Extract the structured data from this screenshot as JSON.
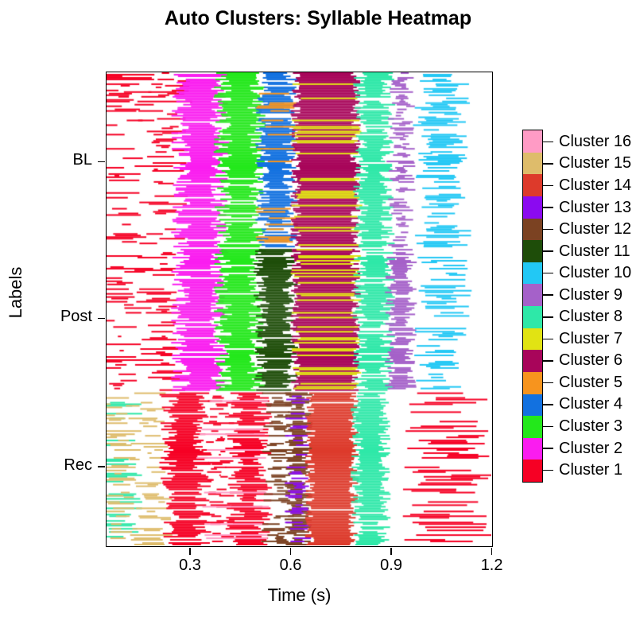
{
  "title": "Auto Clusters: Syllable Heatmap",
  "axes": {
    "x_title": "Time (s)",
    "y_title": "Labels",
    "x_ticks": [
      {
        "label": "0.3",
        "value": 0.3
      },
      {
        "label": "0.6",
        "value": 0.6
      },
      {
        "label": "0.9",
        "value": 0.9
      },
      {
        "label": "1.2",
        "value": 1.2
      }
    ],
    "y_ticks": [
      {
        "label": "BL",
        "pos": 0.188
      },
      {
        "label": "Post",
        "pos": 0.519
      },
      {
        "label": "Rec",
        "pos": 0.833
      }
    ],
    "xlim": [
      0.0525,
      1.2
    ],
    "grid": false
  },
  "legend": {
    "position": "right",
    "items": [
      {
        "label": "Cluster 16",
        "color": "#FF9BC5"
      },
      {
        "label": "Cluster 15",
        "color": "#DEBC6B"
      },
      {
        "label": "Cluster 14",
        "color": "#DD3A2B"
      },
      {
        "label": "Cluster 13",
        "color": "#8B0AF0"
      },
      {
        "label": "Cluster 12",
        "color": "#7B4222"
      },
      {
        "label": "Cluster 11",
        "color": "#1E4D09"
      },
      {
        "label": "Cluster 10",
        "color": "#22C8F5"
      },
      {
        "label": "Cluster 9",
        "color": "#A561C9"
      },
      {
        "label": "Cluster 8",
        "color": "#2EE8A8"
      },
      {
        "label": "Cluster 7",
        "color": "#E1E313"
      },
      {
        "label": "Cluster 6",
        "color": "#A8055A"
      },
      {
        "label": "Cluster 5",
        "color": "#F7941E"
      },
      {
        "label": "Cluster 4",
        "color": "#1271E0"
      },
      {
        "label": "Cluster 3",
        "color": "#23E81B"
      },
      {
        "label": "Cluster 2",
        "color": "#FA1CF0"
      },
      {
        "label": "Cluster 1",
        "color": "#F60024"
      }
    ]
  },
  "chart_data": {
    "type": "heatmap",
    "title": "Auto Clusters: Syllable Heatmap",
    "xlabel": "Time (s)",
    "ylabel": "Labels",
    "xlim": [
      0.0525,
      1.2
    ],
    "x_tick_values": [
      0.3,
      0.6,
      0.9,
      1.2
    ],
    "x_tick_labels": [
      "0.3",
      "0.6",
      "0.9",
      "1.2"
    ],
    "y_tick_labels": [
      "BL",
      "Post",
      "Rec"
    ],
    "y_tick_positions": [
      0.188,
      0.519,
      0.833
    ],
    "background": "#FFFFFF",
    "n_rows": 300,
    "cluster_colors": {
      "1": "#F60024",
      "2": "#FA1CF0",
      "3": "#23E81B",
      "4": "#1271E0",
      "5": "#F7941E",
      "6": "#A8055A",
      "7": "#E1E313",
      "8": "#2EE8A8",
      "9": "#A561C9",
      "10": "#22C8F5",
      "11": "#1E4D09",
      "12": "#7B4222",
      "13": "#8B0AF0",
      "14": "#DD3A2B",
      "15": "#DEBC6B",
      "16": "#FF9BC5"
    },
    "groups": [
      {
        "name": "BL",
        "row_start": 0.0,
        "row_end": 0.37,
        "bands": [
          {
            "cluster": 1,
            "x0": 0.035,
            "x1": 0.15,
            "jitter": 0.055,
            "density": 0.45,
            "gap_rate": 0.45
          },
          {
            "cluster": 1,
            "x0": 0.175,
            "x1": 0.27,
            "jitter": 0.05,
            "density": 0.45,
            "gap_rate": 0.45
          },
          {
            "cluster": 2,
            "x0": 0.275,
            "x1": 0.39,
            "jitter": 0.03,
            "density": 0.95,
            "gap_rate": 0.05
          },
          {
            "cluster": 3,
            "x0": 0.4,
            "x1": 0.5,
            "jitter": 0.028,
            "density": 0.97,
            "gap_rate": 0.03
          },
          {
            "cluster": 4,
            "x0": 0.52,
            "x1": 0.6,
            "jitter": 0.024,
            "density": 0.95,
            "gap_rate": 0.05
          },
          {
            "cluster": 5,
            "x0": 0.52,
            "x1": 0.6,
            "jitter": 0.024,
            "density": 0.16,
            "gap_rate": 0.0
          },
          {
            "cluster": 6,
            "x0": 0.617,
            "x1": 0.795,
            "jitter": 0.016,
            "density": 1.0,
            "gap_rate": 0.0
          },
          {
            "cluster": 7,
            "x0": 0.617,
            "x1": 0.8,
            "jitter": 0.016,
            "density": 0.22,
            "gap_rate": 0.0
          },
          {
            "cluster": 8,
            "x0": 0.81,
            "x1": 0.89,
            "jitter": 0.024,
            "density": 0.9,
            "gap_rate": 0.1
          },
          {
            "cluster": 9,
            "x0": 0.905,
            "x1": 0.96,
            "jitter": 0.018,
            "density": 0.7,
            "gap_rate": 0.3
          },
          {
            "cluster": 10,
            "x0": 0.985,
            "x1": 1.12,
            "jitter": 0.022,
            "density": 0.78,
            "gap_rate": 0.22
          }
        ]
      },
      {
        "name": "Post",
        "row_start": 0.372,
        "row_end": 0.672,
        "bands": [
          {
            "cluster": 1,
            "x0": 0.035,
            "x1": 0.15,
            "jitter": 0.055,
            "density": 0.45,
            "gap_rate": 0.45
          },
          {
            "cluster": 1,
            "x0": 0.175,
            "x1": 0.27,
            "jitter": 0.05,
            "density": 0.45,
            "gap_rate": 0.45
          },
          {
            "cluster": 2,
            "x0": 0.275,
            "x1": 0.39,
            "jitter": 0.03,
            "density": 0.95,
            "gap_rate": 0.05
          },
          {
            "cluster": 3,
            "x0": 0.4,
            "x1": 0.5,
            "jitter": 0.028,
            "density": 0.97,
            "gap_rate": 0.03
          },
          {
            "cluster": 11,
            "x0": 0.515,
            "x1": 0.6,
            "jitter": 0.024,
            "density": 0.96,
            "gap_rate": 0.04
          },
          {
            "cluster": 6,
            "x0": 0.617,
            "x1": 0.795,
            "jitter": 0.016,
            "density": 1.0,
            "gap_rate": 0.0
          },
          {
            "cluster": 7,
            "x0": 0.617,
            "x1": 0.8,
            "jitter": 0.016,
            "density": 0.26,
            "gap_rate": 0.0
          },
          {
            "cluster": 8,
            "x0": 0.81,
            "x1": 0.89,
            "jitter": 0.024,
            "density": 0.9,
            "gap_rate": 0.1
          },
          {
            "cluster": 9,
            "x0": 0.9,
            "x1": 0.96,
            "jitter": 0.018,
            "density": 0.8,
            "gap_rate": 0.2
          },
          {
            "cluster": 10,
            "x0": 0.985,
            "x1": 1.12,
            "jitter": 0.022,
            "density": 0.58,
            "gap_rate": 0.42
          }
        ]
      },
      {
        "name": "Rec",
        "row_start": 0.675,
        "row_end": 1.0,
        "bands": [
          {
            "cluster": 8,
            "x0": 0.04,
            "x1": 0.13,
            "jitter": 0.03,
            "density": 0.22,
            "gap_rate": 0.1
          },
          {
            "cluster": 15,
            "x0": 0.04,
            "x1": 0.13,
            "jitter": 0.035,
            "density": 0.5,
            "gap_rate": 0.45
          },
          {
            "cluster": 15,
            "x0": 0.145,
            "x1": 0.23,
            "jitter": 0.03,
            "density": 0.52,
            "gap_rate": 0.45
          },
          {
            "cluster": 1,
            "x0": 0.24,
            "x1": 0.34,
            "jitter": 0.03,
            "density": 0.92,
            "gap_rate": 0.08
          },
          {
            "cluster": 1,
            "x0": 0.36,
            "x1": 0.42,
            "jitter": 0.028,
            "density": 0.55,
            "gap_rate": 0.4
          },
          {
            "cluster": 1,
            "x0": 0.435,
            "x1": 0.52,
            "jitter": 0.03,
            "density": 0.9,
            "gap_rate": 0.1
          },
          {
            "cluster": 16,
            "x0": 0.34,
            "x1": 0.52,
            "jitter": 0.02,
            "density": 0.1,
            "gap_rate": 0.0
          },
          {
            "cluster": 12,
            "x0": 0.53,
            "x1": 0.6,
            "jitter": 0.022,
            "density": 0.55,
            "gap_rate": 0.4
          },
          {
            "cluster": 12,
            "x0": 0.6,
            "x1": 0.65,
            "jitter": 0.018,
            "density": 0.92,
            "gap_rate": 0.08
          },
          {
            "cluster": 13,
            "x0": 0.6,
            "x1": 0.65,
            "jitter": 0.018,
            "density": 0.28,
            "gap_rate": 0.0
          },
          {
            "cluster": 14,
            "x0": 0.66,
            "x1": 0.79,
            "jitter": 0.016,
            "density": 0.98,
            "gap_rate": 0.02
          },
          {
            "cluster": 8,
            "x0": 0.8,
            "x1": 0.88,
            "jitter": 0.02,
            "density": 0.97,
            "gap_rate": 0.03
          },
          {
            "cluster": 1,
            "x0": 0.955,
            "x1": 1.19,
            "jitter": 0.03,
            "density": 0.55,
            "gap_rate": 0.3
          }
        ]
      }
    ]
  }
}
